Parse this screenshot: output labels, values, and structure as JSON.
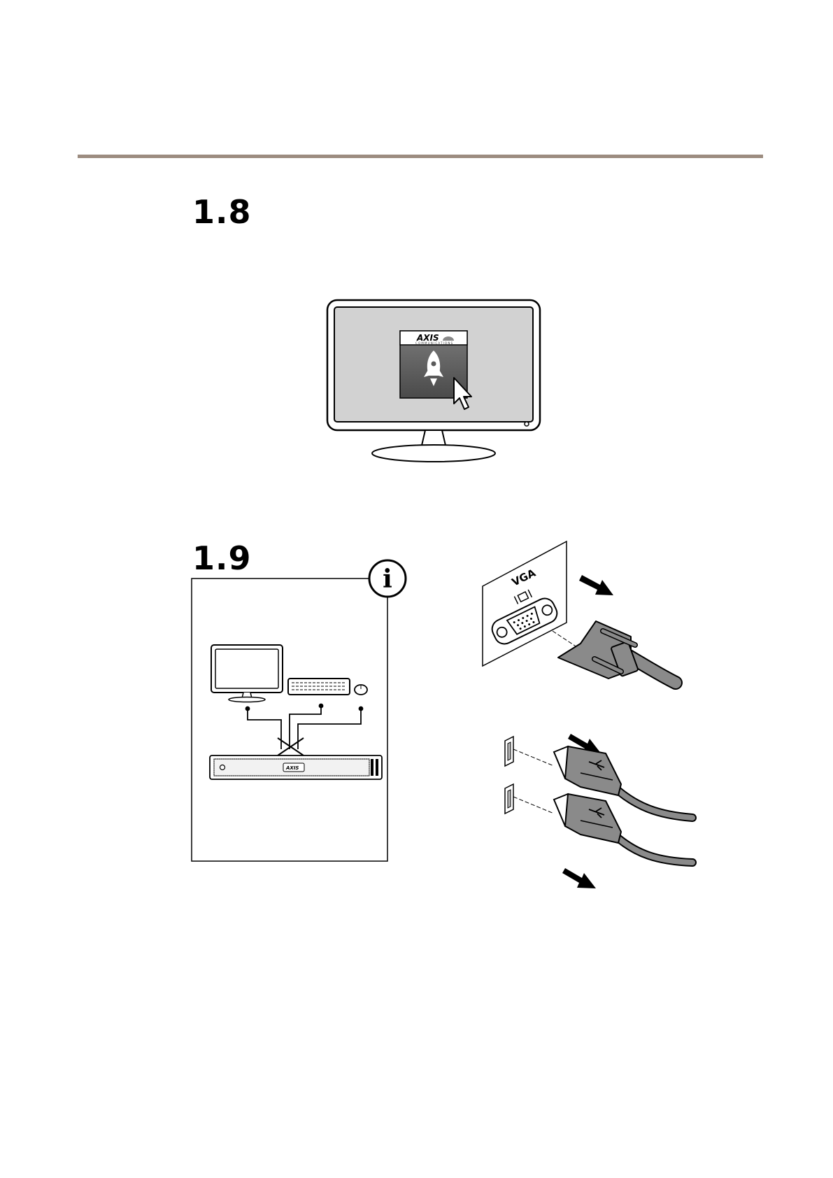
{
  "steps": {
    "step_1_8": "1.8",
    "step_1_9": "1.9"
  },
  "logo": {
    "brand": "AXIS",
    "subtitle": "COMMUNICATIONS"
  },
  "connectors": {
    "vga_label": "VGA"
  },
  "icons": {
    "info": "i"
  },
  "colors": {
    "rule": "#9c8c80",
    "screen": "#d2d2d2",
    "cable": "#8a8a8a",
    "tile_top": "#7a7a7a",
    "tile_bottom": "#4a4a4a"
  }
}
